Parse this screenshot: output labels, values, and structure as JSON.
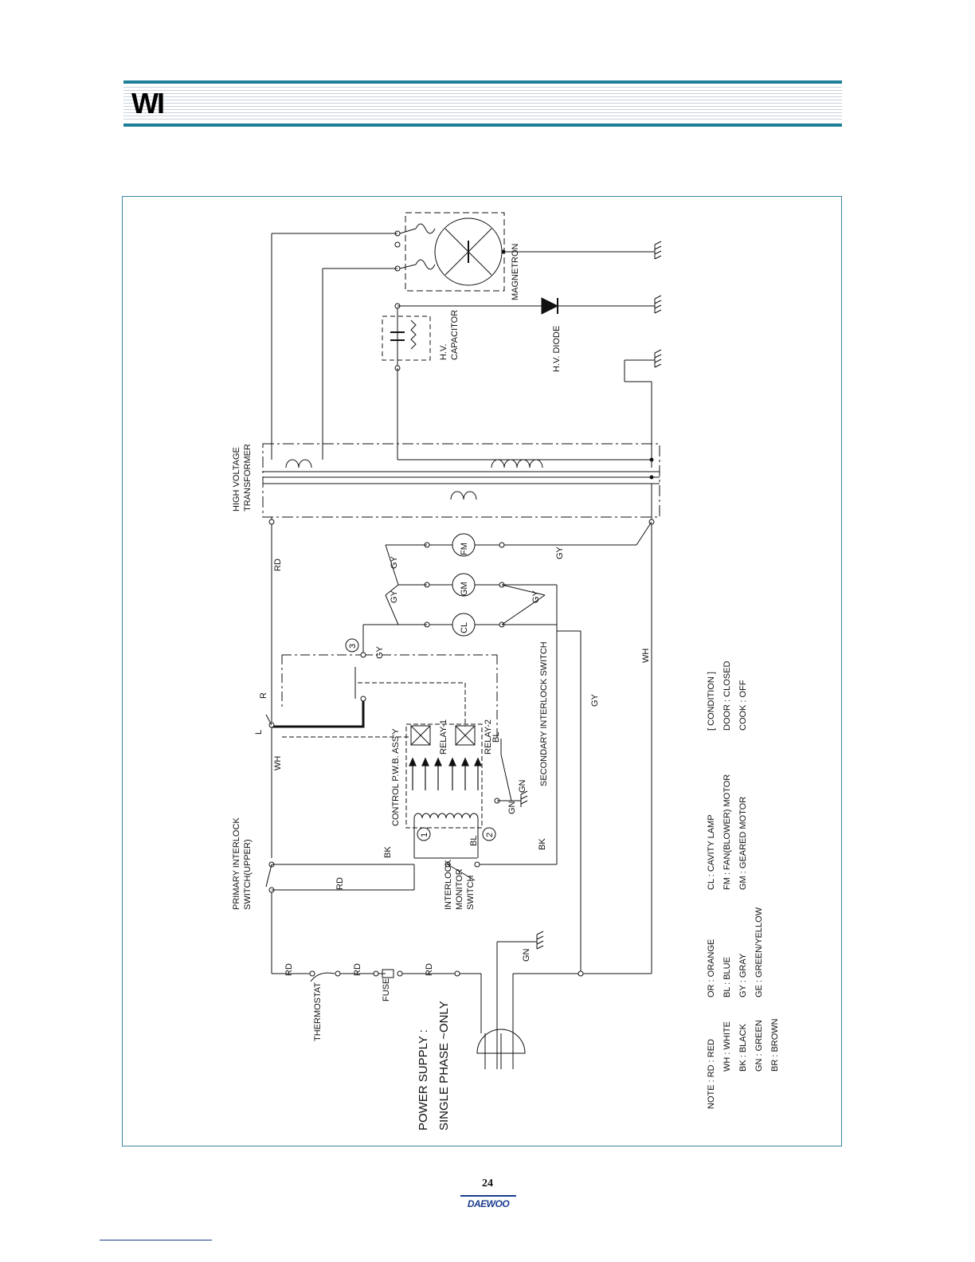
{
  "header": {
    "title": "WI"
  },
  "footer": {
    "page_number": "24",
    "brand": "DAEWOO"
  },
  "diagram": {
    "components": {
      "magnetron": "MAGNETRON",
      "hv_capacitor_1": "H.V.",
      "hv_capacitor_2": "CAPACITOR",
      "hv_diode": "H.V. DIODE",
      "hv_transformer_1": "HIGH VOLTAGE",
      "hv_transformer_2": "TRANSFORMER",
      "fm": "FM",
      "gm": "GM",
      "cl": "CL",
      "relay_1": "RELAY-1",
      "relay_2": "RELAY-2",
      "control_pwb": "CONTROL P.W.B. ASS'Y",
      "secondary_interlock": "SECONDARY INTERLOCK SWITCH",
      "primary_interlock_1": "PRIMARY INTERLOCK",
      "primary_interlock_2": "SWITCH(UPPER)",
      "interlock_monitor_1": "INTERLOCK",
      "interlock_monitor_2": "MONITOR",
      "interlock_monitor_3": "SWITCH",
      "thermostat": "THERMOSTAT",
      "fuse": "FUSE",
      "power_supply_1": "POWER SUPPLY :",
      "power_supply_2": "SINGLE PHASE ~ONLY"
    },
    "wire_labels": {
      "rd": "RD",
      "wh": "WH",
      "bk": "BK",
      "gy": "GY",
      "bl": "BL",
      "gn": "GN",
      "l": "L",
      "r": "R",
      "n1": "1",
      "n2": "2",
      "n3": "3"
    },
    "abbrev_legend": [
      "CL  : CAVITY LAMP",
      "FM  : FAN(BLOWER) MOTOR",
      "GM  : GEARED MOTOR"
    ],
    "condition": {
      "title": "[ CONDITION ]",
      "door": "DOOR  : CLOSED",
      "cook": "COOK  : OFF"
    },
    "color_note": {
      "col1": [
        "NOTE : RD : RED",
        "WH : WHITE",
        "BK : BLACK",
        "GN : GREEN",
        "BR : BROWN"
      ],
      "col2": [
        "OR : ORANGE",
        "BL : BLUE",
        "GY : GRAY",
        "GE : GREEN/YELLOW"
      ]
    }
  }
}
